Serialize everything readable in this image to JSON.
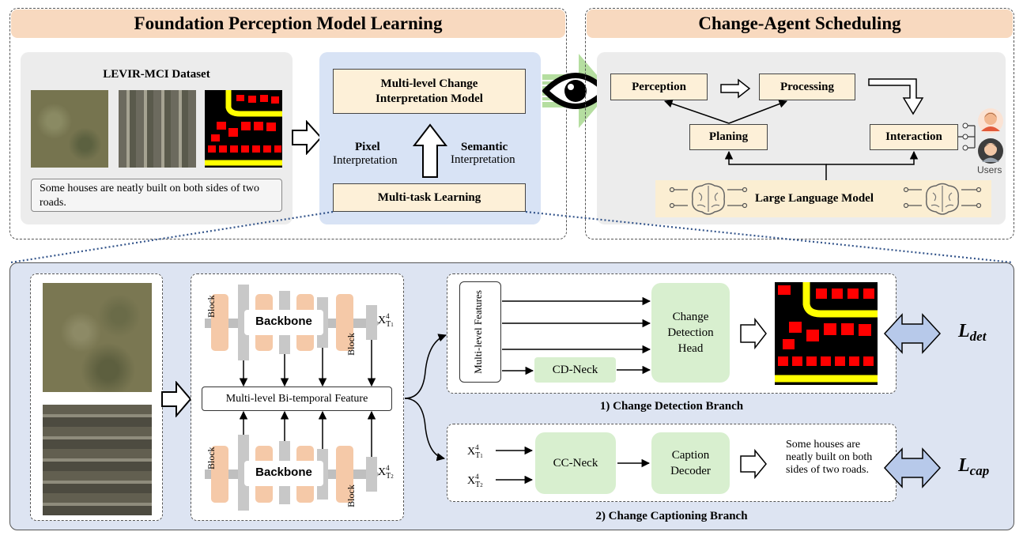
{
  "left_panel": {
    "title": "Foundation Perception Model Learning",
    "dataset_title": "LEVIR-MCI Dataset",
    "caption": "Some houses are neatly built on both sides of two roads.",
    "mci_model": "Multi-level Change Interpretation Model",
    "pixel_label": "Pixel",
    "pixel_sub": "Interpretation",
    "semantic_label": "Semantic",
    "semantic_sub": "Interpretation",
    "mtl": "Multi-task Learning"
  },
  "right_panel": {
    "title": "Change-Agent Scheduling",
    "perception": "Perception",
    "processing": "Processing",
    "planing": "Planing",
    "interaction": "Interaction",
    "llm": "Large Language Model",
    "users": "Users"
  },
  "bottom": {
    "block_label": "Block",
    "backbone_label": "Backbone",
    "xt1": "X",
    "sup4": "4",
    "t_label": "T",
    "sub1": "1",
    "sub2": "2",
    "bitemporal": "Multi-level Bi-temporal Feature",
    "multi_level_features": "Multi-level Features",
    "cd_neck": "CD-Neck",
    "cd_head": "Change Detection Head",
    "cd_branch": "1) Change Detection Branch",
    "cc_neck": "CC-Neck",
    "caption_decoder": "Caption Decoder",
    "caption_output": "Some houses are neatly built on both sides of two roads.",
    "cc_branch": "2) Change Captioning Branch",
    "l_det": "L",
    "l_det_sub": "det",
    "l_cap": "L",
    "l_cap_sub": "cap"
  },
  "colors": {
    "header_bg": "#f8d9bf",
    "gray_bg": "#ececec",
    "blue_bg": "#d8e3f5",
    "cream_box": "#fdf0d8",
    "green_box": "#d8efcf",
    "block_orange": "#f5c9a8",
    "arrow_blue": "#b7c9ea",
    "road_yellow": "#ffff00",
    "building_red": "#ff0000"
  }
}
